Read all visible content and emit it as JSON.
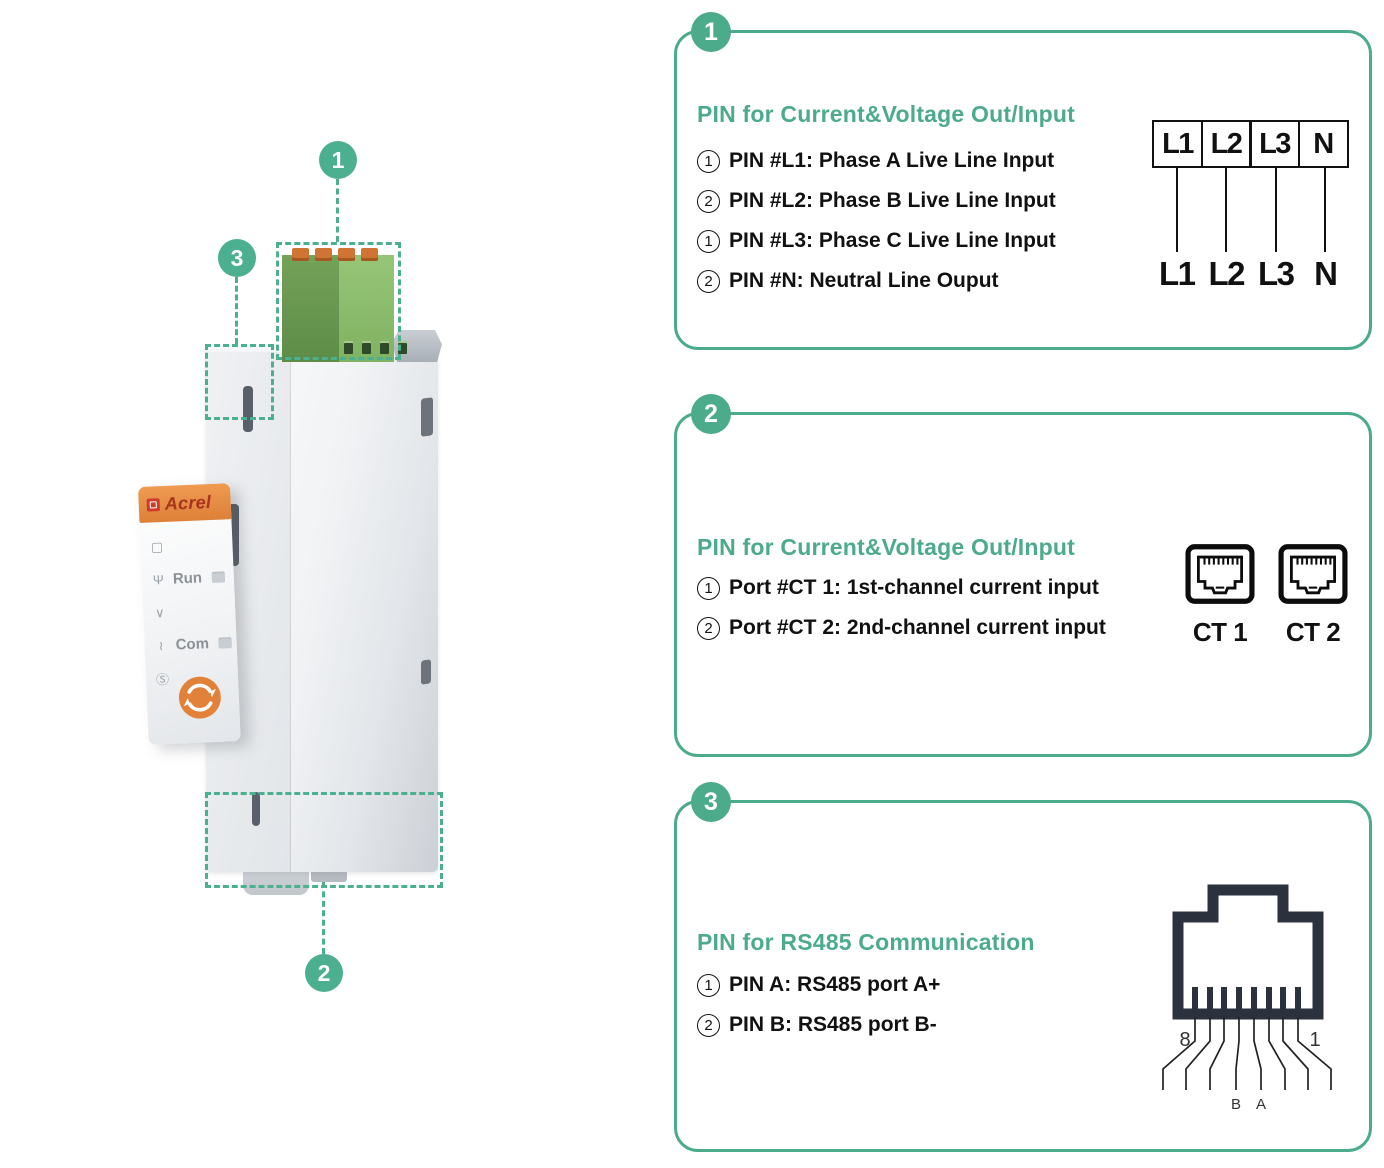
{
  "colors": {
    "accent_green": "#4cab8b",
    "callout_teal": "#4cb090",
    "brand_orange": "#e6893f",
    "logo_red": "#c63a28",
    "connector_dark": "#2b323d",
    "text_dark": "#111111"
  },
  "device": {
    "brand": "Acrel",
    "callouts": [
      {
        "n": "1"
      },
      {
        "n": "2"
      },
      {
        "n": "3"
      }
    ],
    "side_icons": [
      {
        "name": "display-icon",
        "glyph": "▢"
      },
      {
        "name": "antenna-icon",
        "glyph": "Ψ"
      },
      {
        "name": "voltage-icon",
        "glyph": "∨"
      },
      {
        "name": "thermometer-icon",
        "glyph": "≀"
      },
      {
        "name": "circled-s-icon",
        "glyph": "Ⓢ"
      }
    ],
    "led_rows": [
      {
        "label": "Run"
      },
      {
        "label": "Com"
      }
    ]
  },
  "panels": [
    {
      "badge": "1",
      "title": "PIN for Current&Voltage Out/Input",
      "items": [
        {
          "num": "1",
          "text": "PIN #L1: Phase A Live Line Input"
        },
        {
          "num": "2",
          "text": "PIN #L2: Phase B Live Line Input"
        },
        {
          "num": "1",
          "text": "PIN #L3: Phase C Live Line Input"
        },
        {
          "num": "2",
          "text": "PIN #N: Neutral Line Ouput"
        }
      ],
      "diagram": {
        "type": "terminal-block",
        "cells": [
          "L1",
          "L2",
          "L3",
          "N"
        ],
        "labels": [
          "L1",
          "L2",
          "L3",
          "N"
        ]
      }
    },
    {
      "badge": "2",
      "title": "PIN for Current&Voltage Out/Input",
      "items": [
        {
          "num": "1",
          "text": "Port #CT 1: 1st-channel current input"
        },
        {
          "num": "2",
          "text": "Port #CT 2: 2nd-channel current input"
        }
      ],
      "diagram": {
        "type": "rj45-ports",
        "labels": [
          "CT 1",
          "CT 2"
        ]
      }
    },
    {
      "badge": "3",
      "title": "PIN for RS485 Communication",
      "items": [
        {
          "num": "1",
          "text": "PIN A: RS485 port A+"
        },
        {
          "num": "2",
          "text": "PIN B: RS485 port B-"
        }
      ],
      "diagram": {
        "type": "rj45-pinout",
        "pin_left": "8",
        "pin_right": "1",
        "wire_labels": [
          "B",
          "A"
        ]
      }
    }
  ]
}
